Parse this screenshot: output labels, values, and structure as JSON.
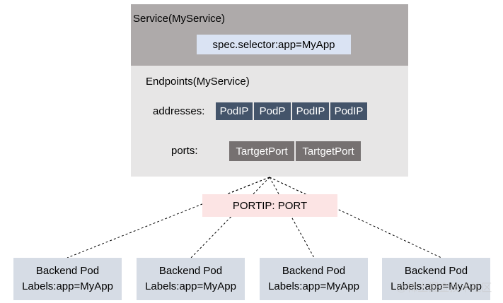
{
  "service": {
    "title": "Service(MyService)",
    "selector": "spec.selector:app=MyApp"
  },
  "endpoints": {
    "title": "Endpoints(MyService)",
    "addresses_label": "addresses:",
    "addresses": [
      "PodIP",
      "PodP",
      "PodIP",
      "PodIP"
    ],
    "ports_label": "ports:",
    "ports": [
      "TartgetPort",
      "TartgetPort"
    ]
  },
  "portip": {
    "label": "PORTIP: PORT"
  },
  "pods": [
    {
      "name": "Backend Pod",
      "labels": "Labels:app=MyApp"
    },
    {
      "name": "Backend Pod",
      "labels": "Labels:app=MyApp"
    },
    {
      "name": "Backend Pod",
      "labels": "Labels:app=MyApp"
    },
    {
      "name": "Backend Pod",
      "labels": "Labels:app=MyApp"
    }
  ],
  "watermark": "@稀土掘金技术社区",
  "colors": {
    "service_bg": "#aeaaaa",
    "endpoints_bg": "#e7e6e6",
    "selector_bg": "#dae3f3",
    "podip_bg": "#44546a",
    "port_bg": "#767171",
    "portip_bg": "#fce4e4",
    "pod_bg": "#d6dce5"
  }
}
